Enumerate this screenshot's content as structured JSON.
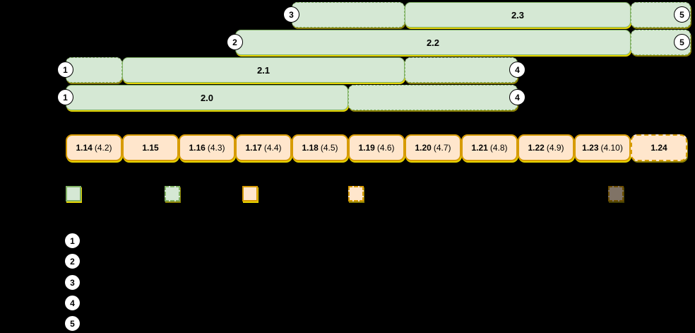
{
  "colors": {
    "background": "#000000",
    "green_fill": "#d5e8d4",
    "green_stroke": "#82b366",
    "orange_fill": "#ffe6cc",
    "orange_stroke": "#d79b00",
    "shadow_yellow": "#ffeb00",
    "marker_fill": "#ffffff",
    "marker_stroke": "#000000"
  },
  "bars": {
    "b23": {
      "label": "2.3",
      "left_marker": "3",
      "right_marker": "5"
    },
    "b22": {
      "label": "2.2",
      "left_marker": "2",
      "right_marker": "5"
    },
    "b21": {
      "label": "2.1",
      "left_marker": "1",
      "right_marker": "4"
    },
    "b20": {
      "label": "2.0",
      "left_marker": "1",
      "right_marker": "4"
    }
  },
  "compatibility": [
    {
      "release": "2.3",
      "dashed_left_cols": [
        "1.18",
        "1.19"
      ],
      "solid_cols": [
        "1.20",
        "1.21",
        "1.22",
        "1.23"
      ],
      "dashed_right_cols": [
        "1.24"
      ]
    },
    {
      "release": "2.2",
      "dashed_left_cols": [],
      "solid_cols": [
        "1.17",
        "1.18",
        "1.19",
        "1.20",
        "1.21",
        "1.22",
        "1.23"
      ],
      "dashed_right_cols": [
        "1.24"
      ]
    },
    {
      "release": "2.1",
      "dashed_left_cols": [
        "1.14"
      ],
      "solid_cols": [
        "1.15",
        "1.16",
        "1.17",
        "1.18",
        "1.19"
      ],
      "dashed_right_cols": [
        "1.20",
        "1.21"
      ]
    },
    {
      "release": "2.0",
      "dashed_left_cols": [],
      "solid_cols": [
        "1.14",
        "1.15",
        "1.16",
        "1.17",
        "1.18"
      ],
      "dashed_right_cols": [
        "1.19",
        "1.20",
        "1.21"
      ]
    }
  ],
  "versions": {
    "boxes": [
      {
        "k8s": "1.14",
        "os": "(4.2)",
        "style": "solid"
      },
      {
        "k8s": "1.15",
        "os": "",
        "style": "solid"
      },
      {
        "k8s": "1.16",
        "os": "(4.3)",
        "style": "solid"
      },
      {
        "k8s": "1.17",
        "os": "(4.4)",
        "style": "solid"
      },
      {
        "k8s": "1.18",
        "os": "(4.5)",
        "style": "solid"
      },
      {
        "k8s": "1.19",
        "os": "(4.6)",
        "style": "solid"
      },
      {
        "k8s": "1.20",
        "os": "(4.7)",
        "style": "solid"
      },
      {
        "k8s": "1.21",
        "os": "(4.8)",
        "style": "solid"
      },
      {
        "k8s": "1.22",
        "os": "(4.9)",
        "style": "solid"
      },
      {
        "k8s": "1.23",
        "os": "(4.10)",
        "style": "solid"
      },
      {
        "k8s": "1.24",
        "os": "",
        "style": "dashed"
      }
    ]
  },
  "legend": {
    "swatches": [
      {
        "style": "green-solid"
      },
      {
        "style": "green-dashed"
      },
      {
        "style": "orange-solid"
      },
      {
        "style": "orange-dashed"
      },
      {
        "style": "orange-faint"
      }
    ]
  },
  "notes": {
    "items": [
      {
        "number": "1"
      },
      {
        "number": "2"
      },
      {
        "number": "3"
      },
      {
        "number": "4"
      },
      {
        "number": "5"
      }
    ]
  }
}
